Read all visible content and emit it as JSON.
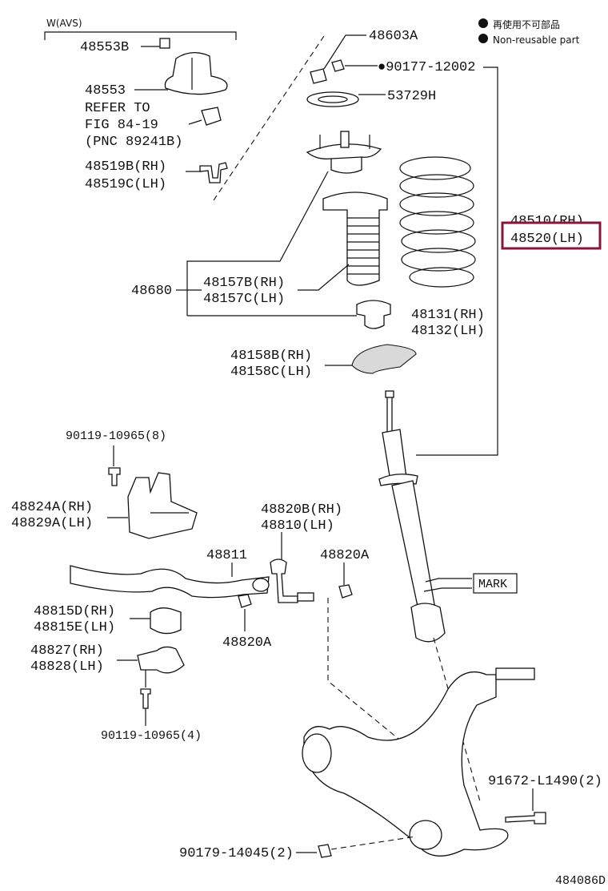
{
  "legend": {
    "symbol": "●",
    "jp": "再使用不可部品",
    "en": "Non-reusable part"
  },
  "header_group": "W(AVS)",
  "labels": {
    "p48553B": "48553B",
    "p48553": "48553",
    "refer1": "REFER TO",
    "refer2": "FIG 84-19",
    "refer3": "(PNC 89241B)",
    "p48519B": "48519B(RH)",
    "p48519C": "48519C(LH)",
    "p48603A": "48603A",
    "p90177": "●90177-12002",
    "p53729H": "53729H",
    "p48510": "48510(RH)",
    "p48520": "48520(LH)",
    "p48680": "48680",
    "p48157B": "48157B(RH)",
    "p48157C": "48157C(LH)",
    "p48131": "48131(RH)",
    "p48132": "48132(LH)",
    "p48158B": "48158B(RH)",
    "p48158C": "48158C(LH)",
    "p90119_8": "90119-10965(8)",
    "p48824A": "48824A(RH)",
    "p48829A": "48829A(LH)",
    "p48820B": "48820B(RH)",
    "p48810": "48810(LH)",
    "p48811": "48811",
    "p48820A_r": "48820A",
    "p48815D": "48815D(RH)",
    "p48815E": "48815E(LH)",
    "p48820A_b": "48820A",
    "p48827": "48827(RH)",
    "p48828": "48828(LH)",
    "p90119_4": "90119-10965(4)",
    "mark": "MARK",
    "p91672": "91672-L1490(2)",
    "p90179": "90179-14045(2)",
    "figure_id": "484086D"
  },
  "highlight_color": "#8b1538"
}
